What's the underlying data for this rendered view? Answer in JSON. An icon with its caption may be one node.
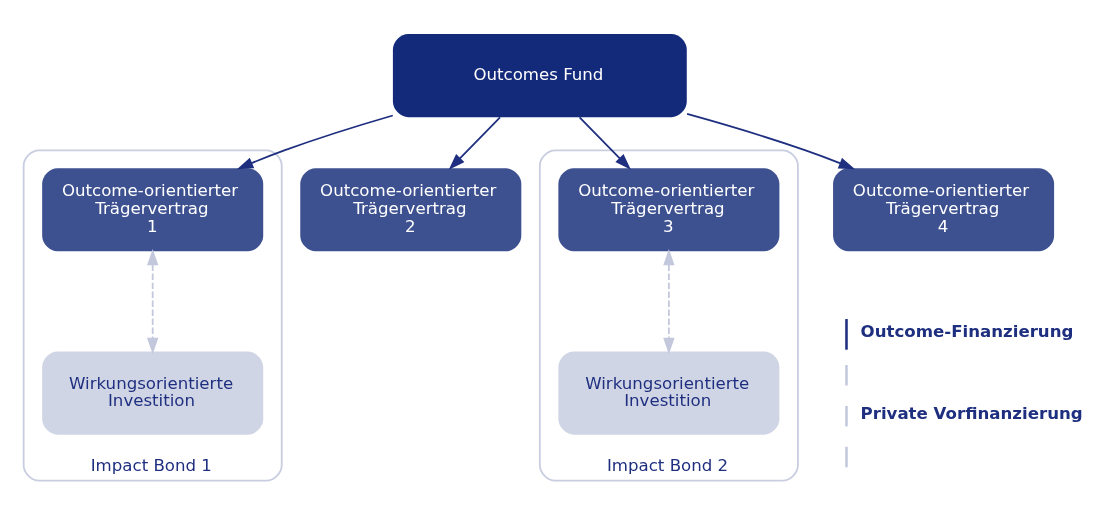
{
  "diagram": {
    "nodes": [
      {
        "text": [
          "Outcomes Fund"
        ]
      },
      {
        "text": [
          "Impact Bond 1"
        ]
      },
      {
        "text": [
          "Outcome-orientierter Trägervertrag 1"
        ],
        "in": 1
      },
      {
        "text": [
          "Wirkungsorientierte Investition"
        ],
        "in": 1
      },
      {
        "text": [
          "Outcome-orientierter Trägervertrag 2"
        ]
      },
      {
        "text": [
          "Impact Bond 2"
        ]
      },
      {
        "text": [
          "Outcome-orientierter Trägervertrag 3"
        ],
        "in": 5
      },
      {
        "text": [
          "Wirkungsorientierte Investition"
        ],
        "in": 5
      },
      {
        "text": [
          "Outcome-orientierter Trägervertrag 4"
        ]
      }
    ],
    "edges": [
      {
        "from": 0,
        "to": 2,
        "arrow": "to"
      },
      {
        "from": 0,
        "to": 4,
        "arrow": "to"
      },
      {
        "from": 0,
        "to": 6,
        "arrow": "to"
      },
      {
        "from": 0,
        "to": 8,
        "arrow": "to"
      },
      {
        "from": 2,
        "to": 3,
        "arrow": "both",
        "style": "dashed",
        "color": "#c3c8dc"
      },
      {
        "from": 6,
        "to": 7,
        "arrow": "both",
        "style": "dashed",
        "color": "#c3c8dc"
      }
    ],
    "legend": [
      {
        "text": "Outcome-Finanzierung"
      },
      {
        "text": "Private Vorfinanzierung"
      }
    ]
  }
}
